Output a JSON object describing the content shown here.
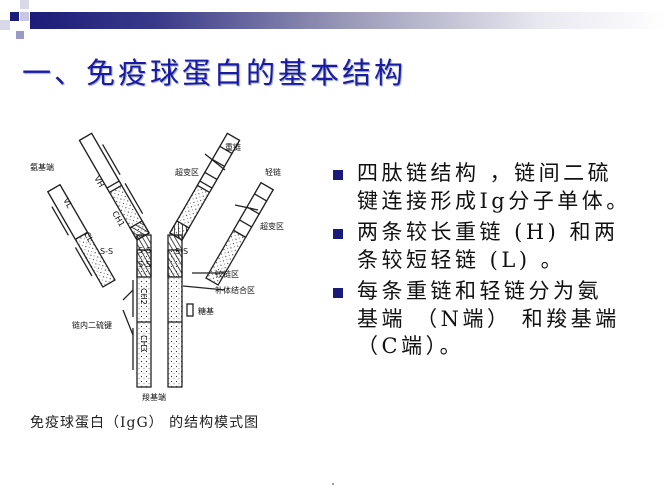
{
  "slide": {
    "title": "一、免疫球蛋白的基本结构",
    "bullets": [
      {
        "lines": [
          "四肽链结构 ，链间二硫",
          "键连接形成Ig分子单体。"
        ]
      },
      {
        "lines": [
          "两条较长重链 (H) 和两",
          "条较短轻链 (L) 。"
        ]
      },
      {
        "lines": [
          "每条重链和轻链分为氨",
          "基端 （N端） 和羧基端",
          "（C端）。"
        ]
      }
    ],
    "diagram": {
      "caption": "免疫球蛋白（IgG） 的结构模式图",
      "labels": {
        "amino_end": "氨基端",
        "heavy_chain": "重链",
        "light_chain": "轻链",
        "hypervariable_1": "超变区",
        "hypervariable_2": "超变区",
        "hinge": "铰链区",
        "complement": "补体结合区",
        "sugar": "糖基",
        "intrachain_ss": "链内二硫键",
        "carboxyl_end": "羧基端",
        "vl": "VL",
        "vh": "VH",
        "ch1": "CH1",
        "cl": "CL",
        "ch2": "CH2",
        "ch3": "CH3",
        "ss": "S-S"
      }
    }
  },
  "colors": {
    "title": "#1a1aa8",
    "bullet": "#1a1a78",
    "band": "#1c1c7a"
  }
}
